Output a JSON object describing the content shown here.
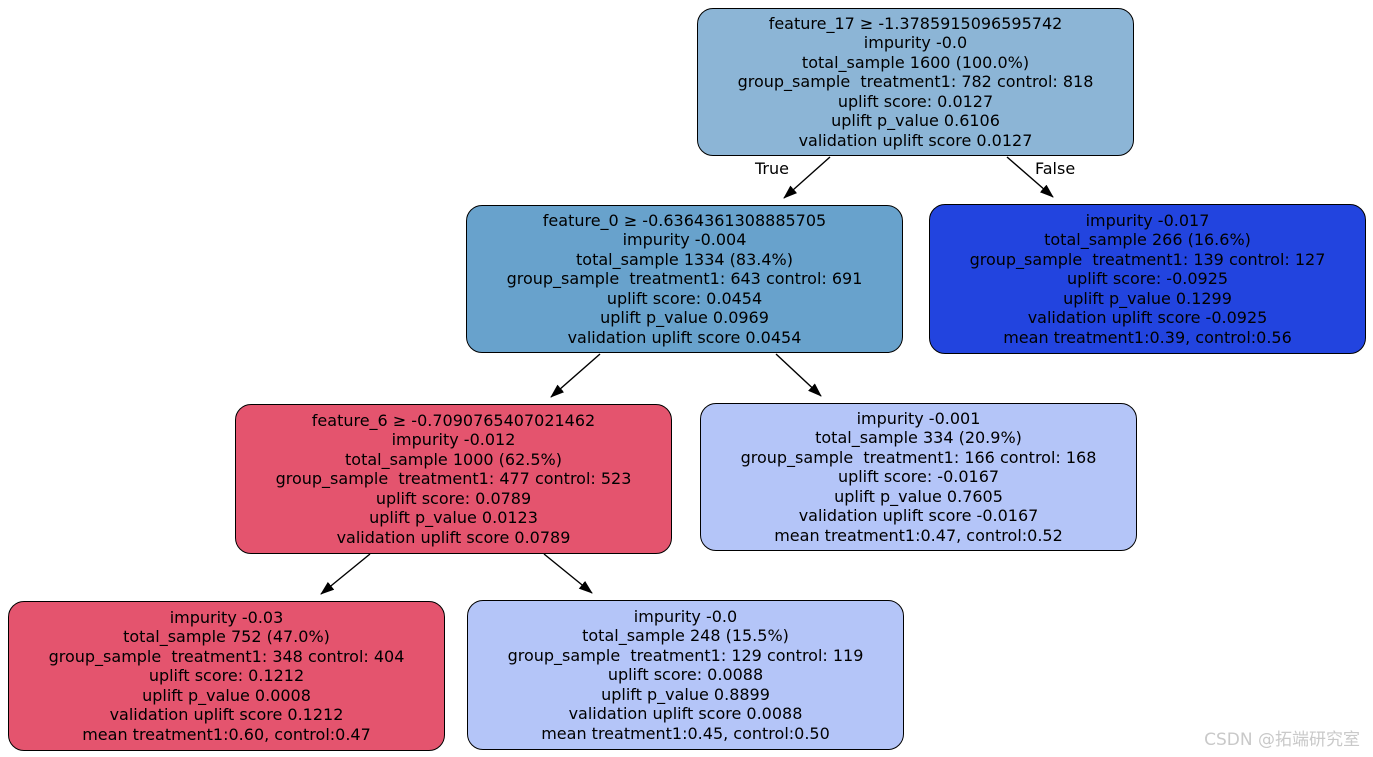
{
  "diagram": {
    "type": "uplift-decision-tree",
    "colors": {
      "root_fill": "#8cb5d6",
      "internal_blue_fill": "#68a2cc",
      "leaf_dark_blue_fill": "#2244df",
      "red_fill": "#e4546e",
      "leaf_lavender_fill": "#b4c5f8",
      "border": "#000000",
      "text": "#000000",
      "watermark_color": "#c9c9c9"
    },
    "edge_labels": {
      "true_label": "True",
      "false_label": "False"
    },
    "nodes": [
      {
        "id": "root",
        "lines": [
          "feature_17 ≥ -1.3785915096595742",
          "impurity -0.0",
          "total_sample 1600 (100.0%)",
          "group_sample  treatment1: 782 control: 818",
          "uplift score: 0.0127",
          "uplift p_value 0.6106",
          "validation uplift score 0.0127"
        ]
      },
      {
        "id": "left",
        "lines": [
          "feature_0 ≥ -0.6364361308885705",
          "impurity -0.004",
          "total_sample 1334 (83.4%)",
          "group_sample  treatment1: 643 control: 691",
          "uplift score: 0.0454",
          "uplift p_value 0.0969",
          "validation uplift score 0.0454"
        ]
      },
      {
        "id": "right",
        "lines": [
          "impurity -0.017",
          "total_sample 266 (16.6%)",
          "group_sample  treatment1: 139 control: 127",
          "uplift score: -0.0925",
          "uplift p_value 0.1299",
          "validation uplift score -0.0925",
          "mean treatment1:0.39, control:0.56"
        ]
      },
      {
        "id": "left-left",
        "lines": [
          "feature_6 ≥ -0.7090765407021462",
          "impurity -0.012",
          "total_sample 1000 (62.5%)",
          "group_sample  treatment1: 477 control: 523",
          "uplift score: 0.0789",
          "uplift p_value 0.0123",
          "validation uplift score 0.0789"
        ]
      },
      {
        "id": "left-right",
        "lines": [
          "impurity -0.001",
          "total_sample 334 (20.9%)",
          "group_sample  treatment1: 166 control: 168",
          "uplift score: -0.0167",
          "uplift p_value 0.7605",
          "validation uplift score -0.0167",
          "mean treatment1:0.47, control:0.52"
        ]
      },
      {
        "id": "left-left-left",
        "lines": [
          "impurity -0.03",
          "total_sample 752 (47.0%)",
          "group_sample  treatment1: 348 control: 404",
          "uplift score: 0.1212",
          "uplift p_value 0.0008",
          "validation uplift score 0.1212",
          "mean treatment1:0.60, control:0.47"
        ]
      },
      {
        "id": "left-left-right",
        "lines": [
          "impurity -0.0",
          "total_sample 248 (15.5%)",
          "group_sample  treatment1: 129 control: 119",
          "uplift score: 0.0088",
          "uplift p_value 0.8899",
          "validation uplift score 0.0088",
          "mean treatment1:0.45, control:0.50"
        ]
      }
    ],
    "watermark": "CSDN @拓端研究室"
  }
}
